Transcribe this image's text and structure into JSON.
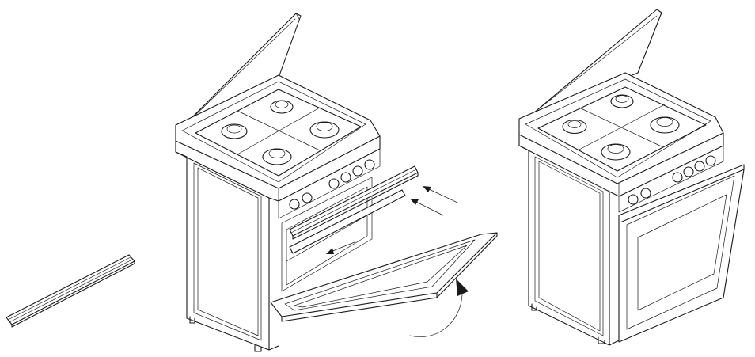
{
  "figure": {
    "panels": [
      "detached-trim-strip",
      "cooker-door-open-trim-install",
      "cooker-door-closed"
    ],
    "icons": [
      "trim-strip-icon",
      "cooker-icon",
      "insert-arrow-icon",
      "rotate-arrow-icon"
    ]
  }
}
